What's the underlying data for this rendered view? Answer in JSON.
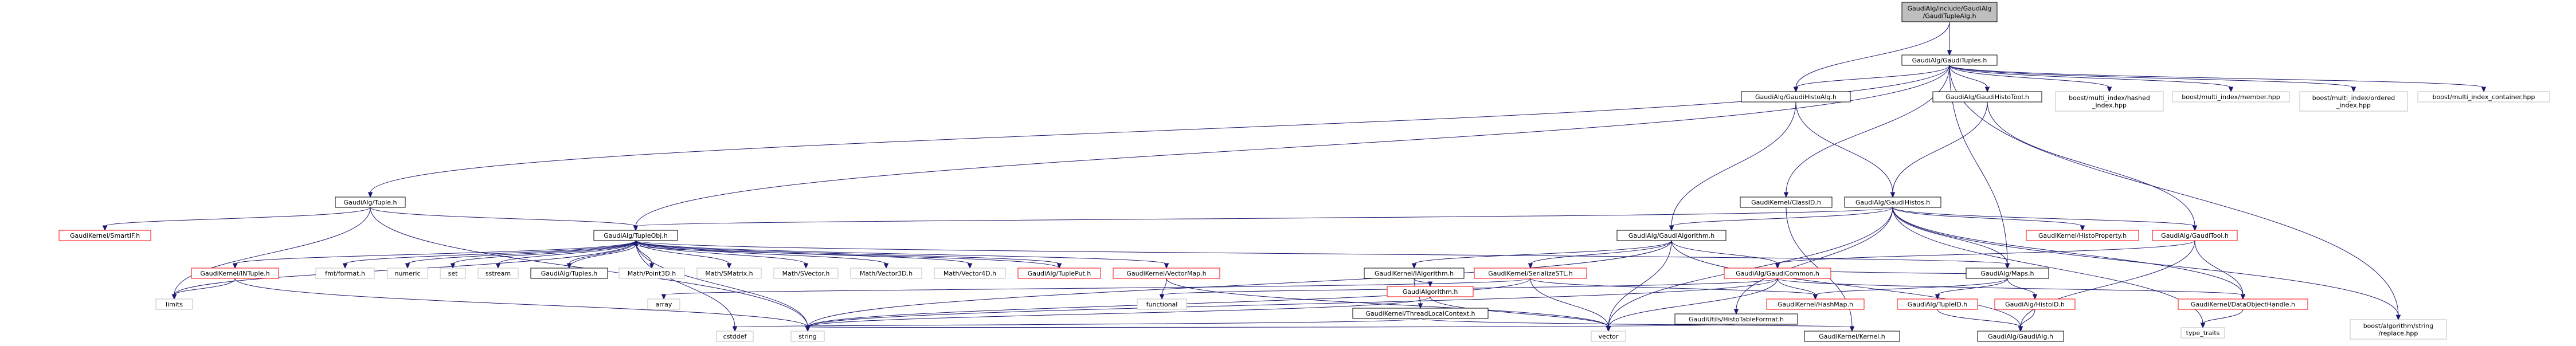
{
  "colors": {
    "root_fill": "#bfbfbf",
    "node_fill": "#ffffff",
    "node_border": "#000000",
    "undoc_border": "#ff0000",
    "external_border": "#bfbfbf",
    "edge": "#191970",
    "text": "#000000"
  },
  "nodes": {
    "root": {
      "lines": [
        "GaudiAlg/include/GaudiAlg",
        "/GaudiTupleAlg.h"
      ],
      "kind": "root"
    },
    "gtuples": {
      "lines": [
        "GaudiAlg/GaudiTuples.h"
      ],
      "kind": "doc"
    },
    "tuple": {
      "lines": [
        "GaudiAlg/Tuple.h"
      ],
      "kind": "doc"
    },
    "histoalg": {
      "lines": [
        "GaudiAlg/GaudiHistoAlg.h"
      ],
      "kind": "doc"
    },
    "histotool": {
      "lines": [
        "GaudiAlg/GaudiHistoTool.h"
      ],
      "kind": "doc"
    },
    "mi_hashed": {
      "lines": [
        "boost/multi_index/hashed",
        "_index.hpp"
      ],
      "kind": "ext"
    },
    "mi_member": {
      "lines": [
        "boost/multi_index/member.hpp"
      ],
      "kind": "ext"
    },
    "mi_ordered": {
      "lines": [
        "boost/multi_index/ordered",
        "_index.hpp"
      ],
      "kind": "ext"
    },
    "mi_container": {
      "lines": [
        "boost/multi_index_container.hpp"
      ],
      "kind": "ext"
    },
    "smartif": {
      "lines": [
        "GaudiKernel/SmartIF.h"
      ],
      "kind": "undoc"
    },
    "tupleobj": {
      "lines": [
        "GaudiAlg/TupleObj.h"
      ],
      "kind": "doc"
    },
    "classid": {
      "lines": [
        "GaudiKernel/ClassID.h"
      ],
      "kind": "doc"
    },
    "ghistos": {
      "lines": [
        "GaudiAlg/GaudiHistos.h"
      ],
      "kind": "doc"
    },
    "galgorithm": {
      "lines": [
        "GaudiAlg/GaudiAlgorithm.h"
      ],
      "kind": "doc"
    },
    "histoprop": {
      "lines": [
        "GaudiKernel/HistoProperty.h"
      ],
      "kind": "undoc"
    },
    "gtool": {
      "lines": [
        "GaudiAlg/GaudiTool.h"
      ],
      "kind": "undoc"
    },
    "intuple": {
      "lines": [
        "GaudiKernel/INTuple.h"
      ],
      "kind": "undoc"
    },
    "fmt": {
      "lines": [
        "fmt/format.h"
      ],
      "kind": "ext"
    },
    "numeric": {
      "lines": [
        "numeric"
      ],
      "kind": "ext"
    },
    "set": {
      "lines": [
        "set"
      ],
      "kind": "ext"
    },
    "sstream": {
      "lines": [
        "sstream"
      ],
      "kind": "ext"
    },
    "tuples": {
      "lines": [
        "GaudiAlg/Tuples.h"
      ],
      "kind": "doc"
    },
    "point3d": {
      "lines": [
        "Math/Point3D.h"
      ],
      "kind": "ext"
    },
    "smatrix": {
      "lines": [
        "Math/SMatrix.h"
      ],
      "kind": "ext"
    },
    "svector": {
      "lines": [
        "Math/SVector.h"
      ],
      "kind": "ext"
    },
    "vector3d": {
      "lines": [
        "Math/Vector3D.h"
      ],
      "kind": "ext"
    },
    "vector4d": {
      "lines": [
        "Math/Vector4D.h"
      ],
      "kind": "ext"
    },
    "tupleput": {
      "lines": [
        "GaudiAlg/TuplePut.h"
      ],
      "kind": "undoc"
    },
    "vectormap": {
      "lines": [
        "GaudiKernel/VectorMap.h"
      ],
      "kind": "undoc"
    },
    "ialgorithm": {
      "lines": [
        "GaudiKernel/IAlgorithm.h"
      ],
      "kind": "doc"
    },
    "serialize": {
      "lines": [
        "GaudiKernel/SerializeSTL.h"
      ],
      "kind": "undoc"
    },
    "gcommon": {
      "lines": [
        "GaudiAlg/GaudiCommon.h"
      ],
      "kind": "undoc"
    },
    "maps": {
      "lines": [
        "GaudiAlg/Maps.h"
      ],
      "kind": "doc"
    },
    "limits": {
      "lines": [
        "limits"
      ],
      "kind": "ext"
    },
    "array": {
      "lines": [
        "array"
      ],
      "kind": "ext"
    },
    "functional": {
      "lines": [
        "functional"
      ],
      "kind": "ext"
    },
    "tlc": {
      "lines": [
        "GaudiKernel/ThreadLocalContext.h"
      ],
      "kind": "doc"
    },
    "algorithm": {
      "lines": [
        "GaudiAlgorithm.h"
      ],
      "kind": "undoc"
    },
    "hashmap": {
      "lines": [
        "GaudiKernel/HashMap.h"
      ],
      "kind": "undoc"
    },
    "histotable": {
      "lines": [
        "GaudiUtils/HistoTableFormat.h"
      ],
      "kind": "doc"
    },
    "dataobjhandle": {
      "lines": [
        "GaudiKernel/DataObjectHandle.h"
      ],
      "kind": "undoc"
    },
    "tupleid": {
      "lines": [
        "GaudiAlg/TupleID.h"
      ],
      "kind": "undoc"
    },
    "histoid": {
      "lines": [
        "GaudiAlg/HistoID.h"
      ],
      "kind": "undoc"
    },
    "kernel": {
      "lines": [
        "GaudiKernel/Kernel.h"
      ],
      "kind": "doc"
    },
    "gaudialg": {
      "lines": [
        "GaudiAlg/GaudiAlg.h"
      ],
      "kind": "doc"
    },
    "typetraits": {
      "lines": [
        "type_traits"
      ],
      "kind": "ext"
    },
    "replace": {
      "lines": [
        "boost/algorithm/string",
        "/replace.hpp"
      ],
      "kind": "ext"
    },
    "cstddef": {
      "lines": [
        "cstddef"
      ],
      "kind": "ext"
    },
    "string": {
      "lines": [
        "string"
      ],
      "kind": "ext"
    },
    "vector": {
      "lines": [
        "vector"
      ],
      "kind": "ext"
    }
  }
}
